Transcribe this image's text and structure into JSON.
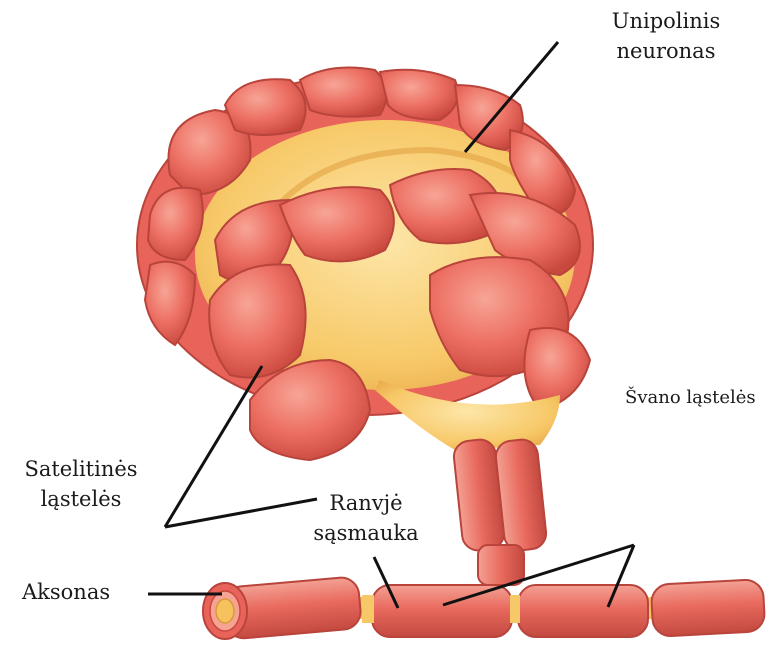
{
  "labels": {
    "unipolar_neuron_line1": "Unipolinis",
    "unipolar_neuron_line2": "neuronas",
    "schwann_cells": "Švano ląstelės",
    "satellite_cells_line1": "Satelitinės",
    "satellite_cells_line2": "ląstelės",
    "ranvier_node_line1": "Ranvjė",
    "ranvier_node_line2": "sąsmauka",
    "axon": "Aksonas"
  },
  "colors": {
    "cell_red": "#e8645a",
    "cell_light": "#f6a394",
    "cell_dark": "#c94a40",
    "neuron_yellow": "#f6c566",
    "neuron_light_yellow": "#fbe1a0",
    "leader_line": "#111111"
  }
}
